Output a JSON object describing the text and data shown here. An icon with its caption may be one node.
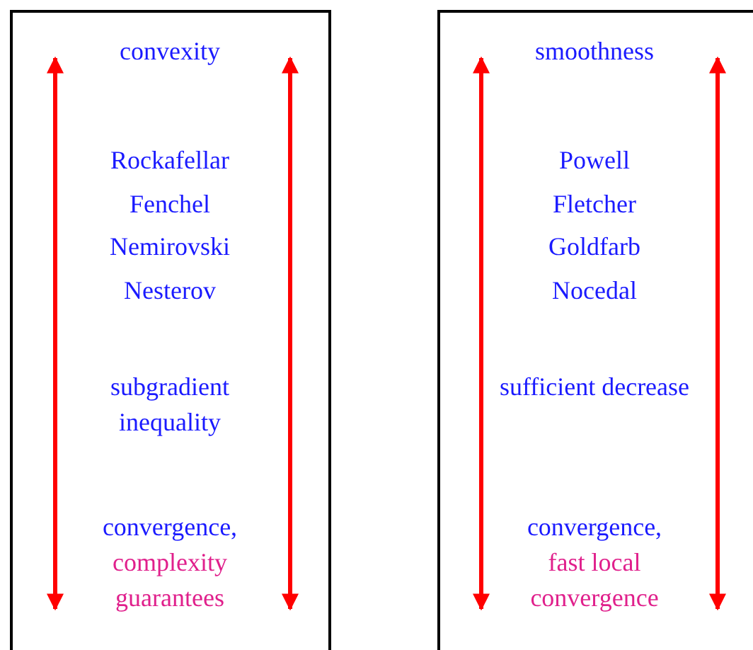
{
  "diagram": {
    "nodes": [
      {
        "text": [
          "convexity",
          "Rockafellar",
          "Fenchel",
          "Nemirovski",
          "Nesterov",
          "subgradient inequality",
          "convergence,",
          "complexity guarantees"
        ]
      },
      {
        "text": [
          "smoothness",
          "Powell",
          "Fletcher",
          "Goldfarb",
          "Nocedal",
          "sufficient decrease",
          "convergence,",
          "fast local convergence"
        ]
      }
    ]
  }
}
